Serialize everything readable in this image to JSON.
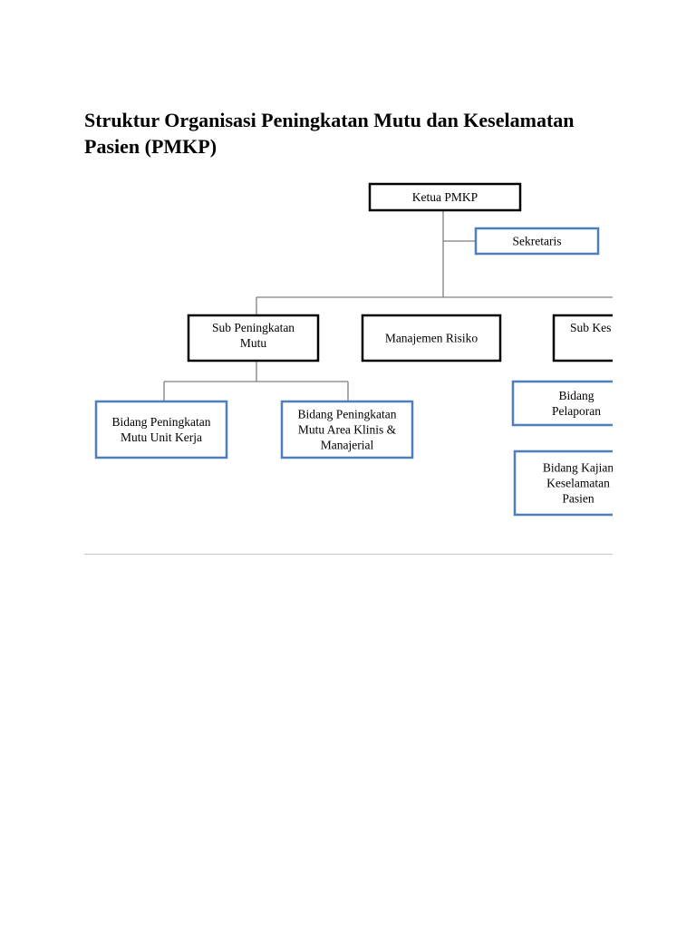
{
  "document": {
    "title": "Struktur Organisasi Peningkatan Mutu dan Keselamatan Pasien (PMKP)"
  },
  "org_chart": {
    "colors": {
      "black_border": "#000000",
      "blue_border": "#4f7fb8",
      "connector": "#7f7f7f"
    },
    "nodes": {
      "ketua": {
        "lines": [
          "Ketua PMKP"
        ]
      },
      "sekretaris": {
        "lines": [
          "Sekretaris"
        ]
      },
      "sub_peningkatan_mutu": {
        "lines": [
          "Sub Peningkatan",
          "Mutu"
        ]
      },
      "manajemen_risiko": {
        "lines": [
          "Manajemen Risiko"
        ]
      },
      "sub_keselamatan": {
        "lines": [
          "Sub Kes"
        ]
      },
      "bidang_mutu_unit_kerja": {
        "lines": [
          "Bidang Peningkatan",
          "Mutu Unit Kerja"
        ]
      },
      "bidang_mutu_area_klinis": {
        "lines": [
          "Bidang Peningkatan",
          "Mutu  Area Klinis &",
          "Manajerial"
        ]
      },
      "bidang_pelaporan": {
        "lines": [
          "Bidang",
          "Pelaporan"
        ]
      },
      "bidang_kajian": {
        "lines": [
          "Bidang Kajian",
          "Keselamatan",
          "Pasien"
        ]
      }
    }
  }
}
